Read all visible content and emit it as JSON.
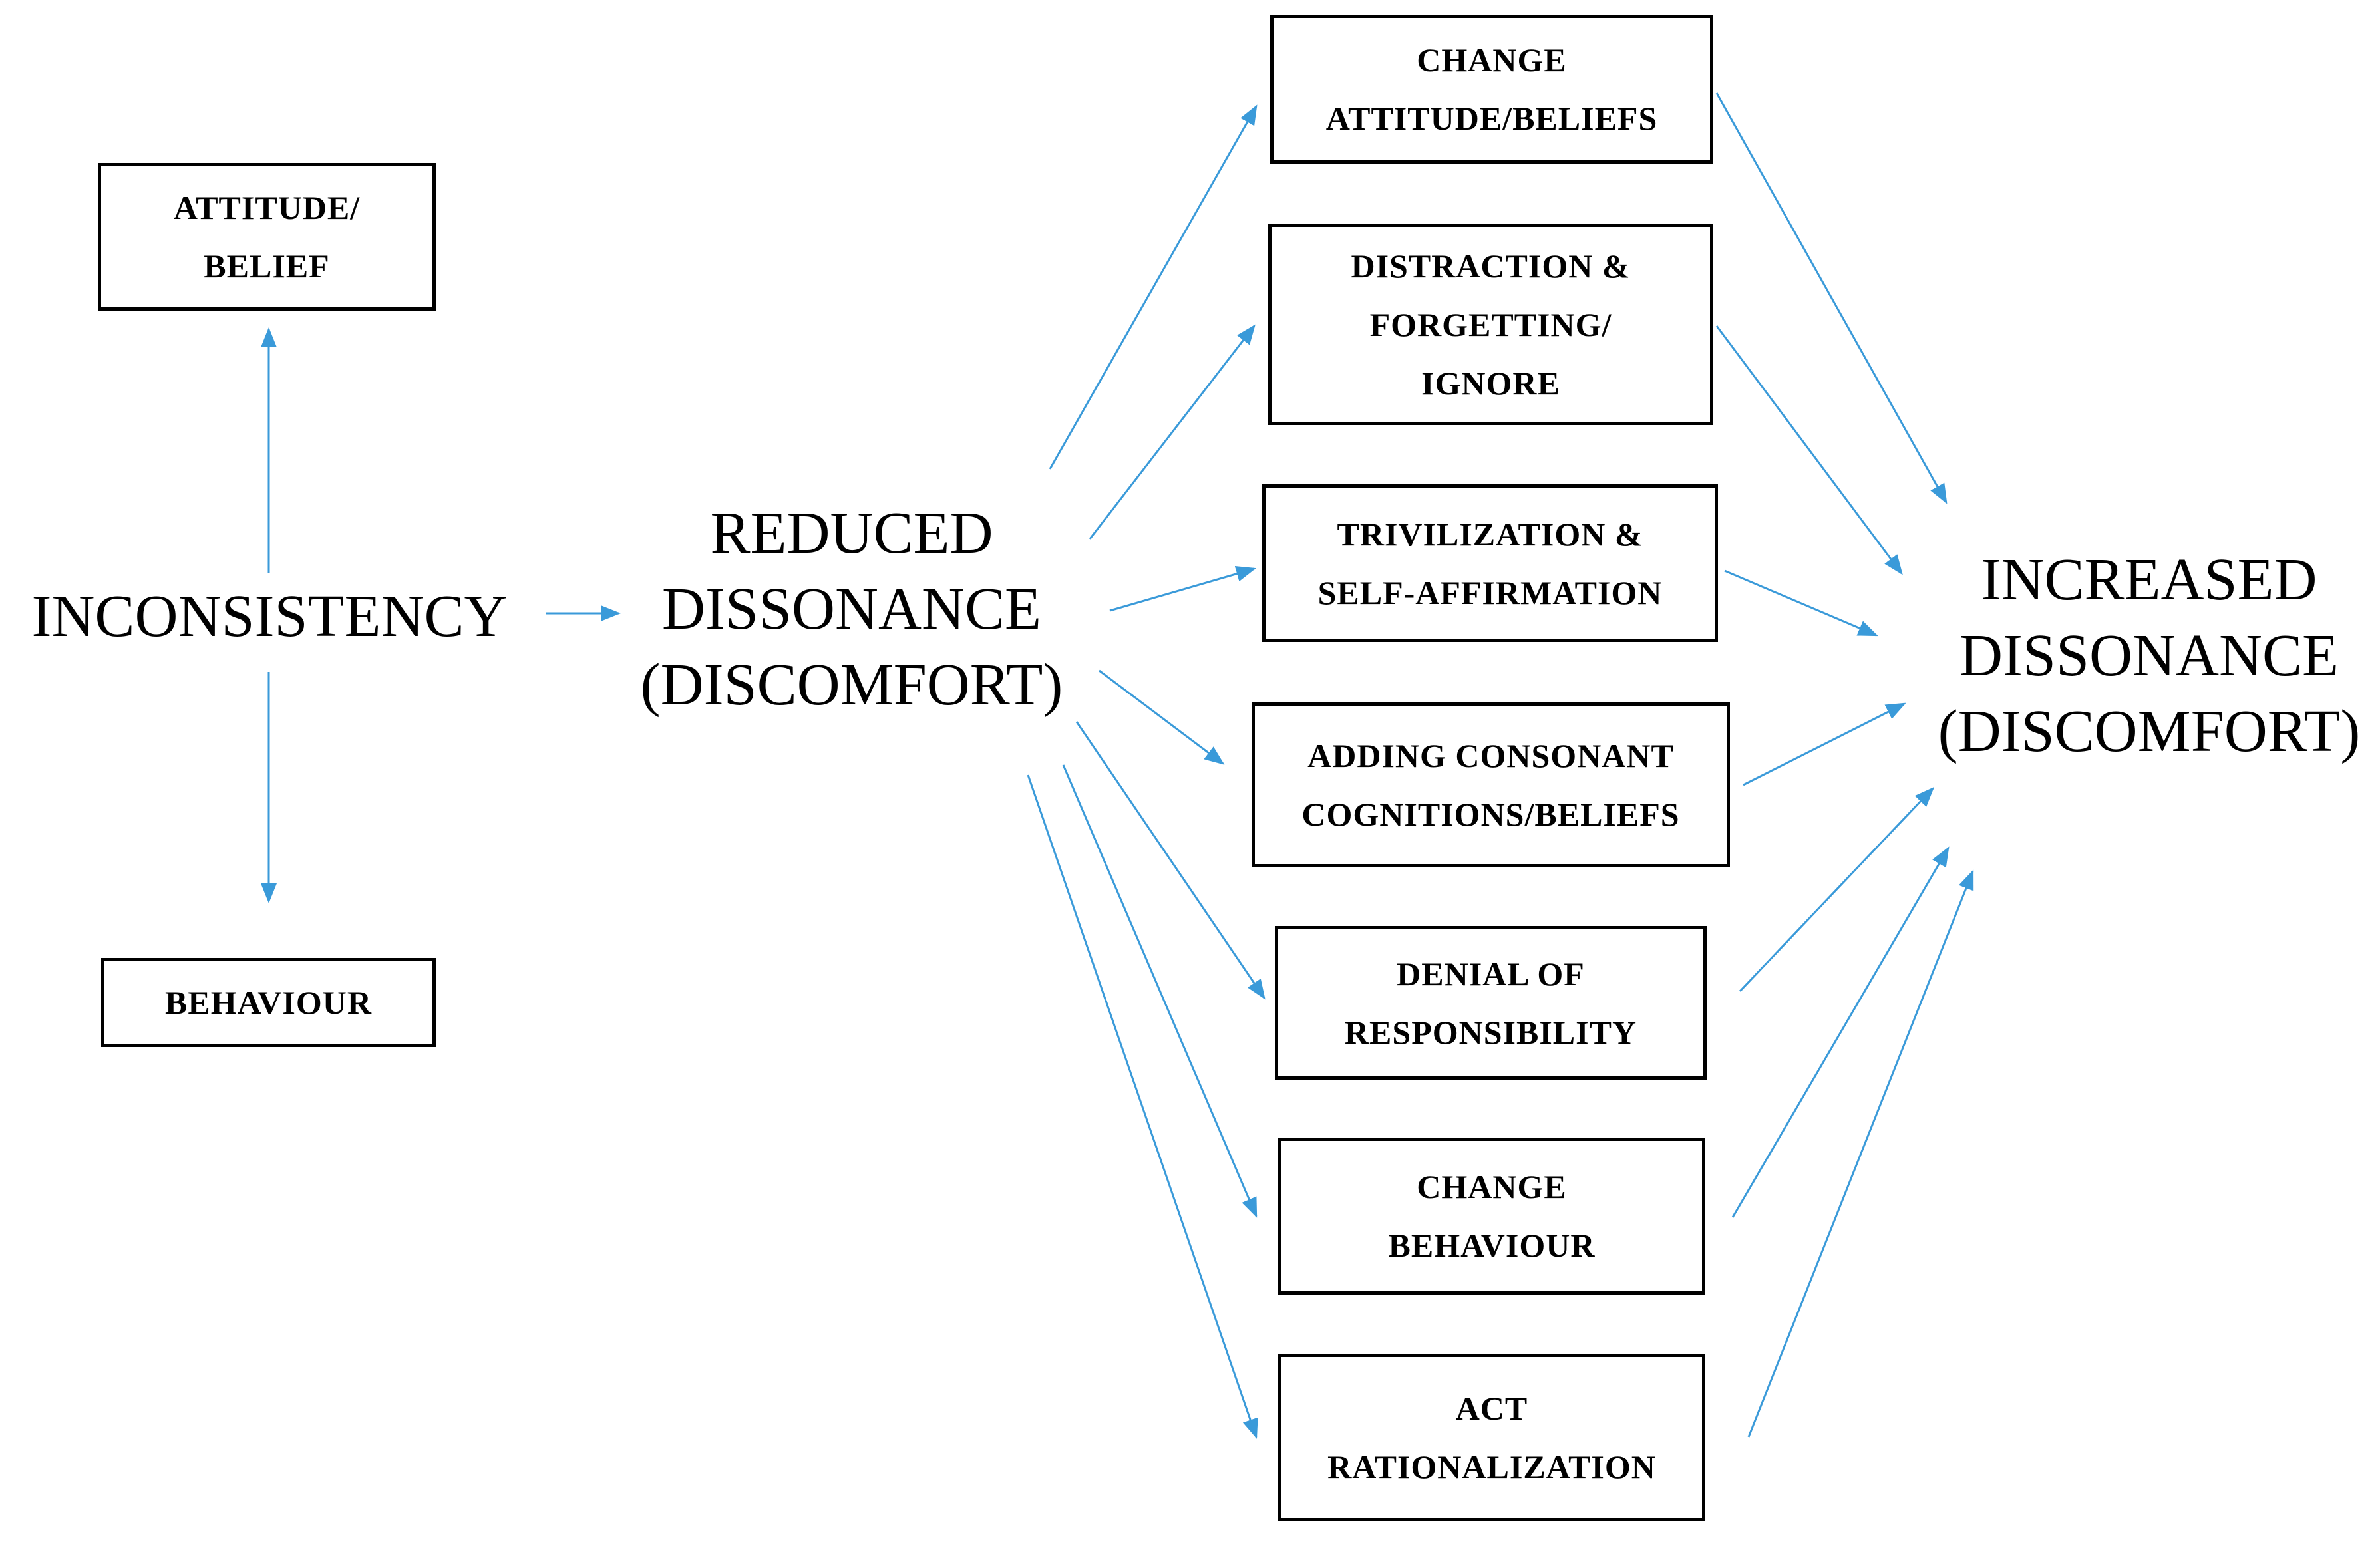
{
  "left": {
    "center_label": "INCONSISTENCY",
    "top_box": "ATTITUDE/\nBELIEF",
    "bottom_box": "BEHAVIOUR"
  },
  "middle_label": "REDUCED\nDISSONANCE\n(DISCOMFORT)",
  "right_label": "INCREASED\nDISSONANCE\n(DISCOMFORT)",
  "strategies": [
    {
      "label": "CHANGE\nATTITUDE/BELIEFS"
    },
    {
      "label": "DISTRACTION &\nFORGETTING/\nIGNORE"
    },
    {
      "label": "TRIVILIZATION &\nSELF-AFFIRMATION"
    },
    {
      "label": "ADDING CONSONANT\nCOGNITIONS/BELIEFS"
    },
    {
      "label": "DENIAL OF\nRESPONSIBILITY"
    },
    {
      "label": "CHANGE\nBEHAVIOUR"
    },
    {
      "label": "ACT\nRATIONALIZATION"
    }
  ],
  "colors": {
    "arrow": "#3a9ad9",
    "border": "#000000",
    "text": "#000000"
  }
}
